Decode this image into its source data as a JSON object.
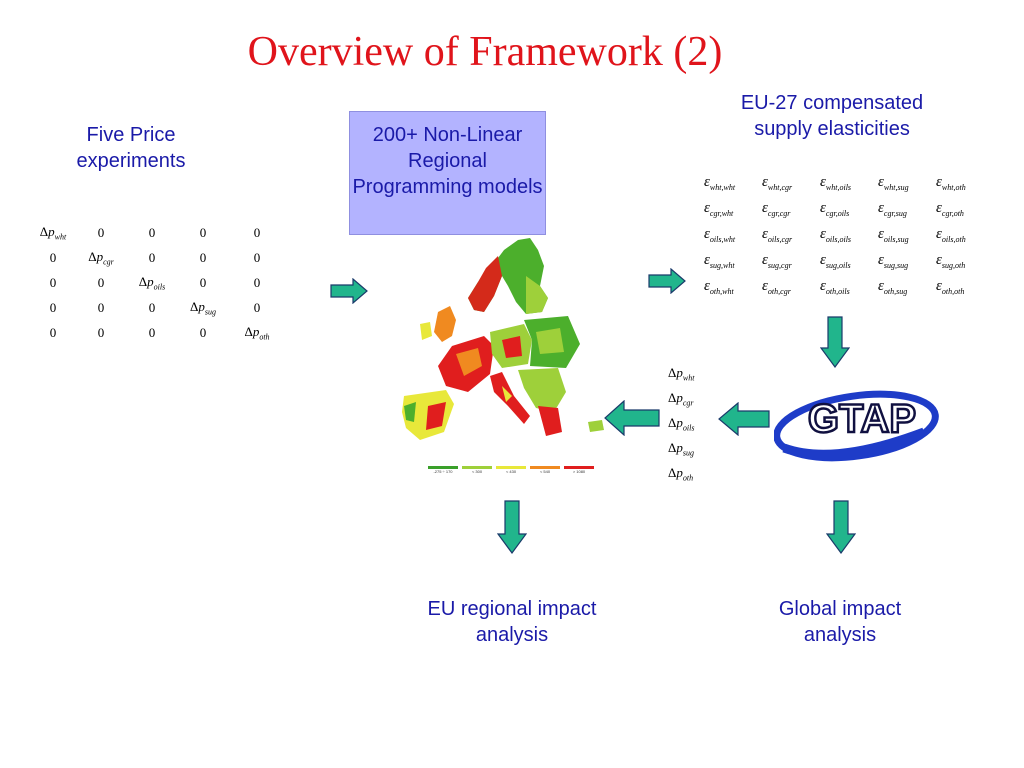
{
  "title": "Overview of Framework (2)",
  "experiments_label": "Five Price experiments",
  "experiments_matrix": [
    [
      "Δp|wht",
      "0",
      "0",
      "0",
      "0"
    ],
    [
      "0",
      "Δp|cgr",
      "0",
      "0",
      "0"
    ],
    [
      "0",
      "0",
      "Δp|oils",
      "0",
      "0"
    ],
    [
      "0",
      "0",
      "0",
      "Δp|sug",
      "0"
    ],
    [
      "0",
      "0",
      "0",
      "0",
      "Δp|oth"
    ]
  ],
  "model_box": "200+ Non-Linear Regional Programming models",
  "elasticities_label": "EU-27 compensated supply elasticities",
  "elasticity_rows": [
    [
      "wht,wht",
      "wht,cgr",
      "wht,oils",
      "wht,sug",
      "wht,oth"
    ],
    [
      "cgr,wht",
      "cgr,cgr",
      "cgr,oils",
      "cgr,sug",
      "cgr,oth"
    ],
    [
      "oils,wht",
      "oils,cgr",
      "oils,oils",
      "oils,sug",
      "oils,oth"
    ],
    [
      "sug,wht",
      "sug,cgr",
      "sug,oils",
      "sug,sug",
      "sug,oth"
    ],
    [
      "oth,wht",
      "oth,cgr",
      "oth,oils",
      "oth,sug",
      "oth,oth"
    ]
  ],
  "price_changes": [
    "wht",
    "cgr",
    "oils",
    "sug",
    "oth"
  ],
  "gtap_logo_text": "GTAP",
  "map_legend": {
    "labels": [
      "-275 ÷ 170",
      "< 300",
      "< 430",
      "< 540",
      "> 1080"
    ],
    "colors": [
      "#3aa02a",
      "#9ed03a",
      "#e8e83a",
      "#f08a20",
      "#e01e1e"
    ]
  },
  "eu_output_label": "EU regional impact analysis",
  "global_output_label": "Global impact analysis",
  "colors": {
    "title": "#e0141b",
    "text_blue": "#1a1aa8",
    "box_fill": "#b3b3ff",
    "arrow_fill": "#21b58c",
    "arrow_stroke": "#1a3a6a"
  }
}
